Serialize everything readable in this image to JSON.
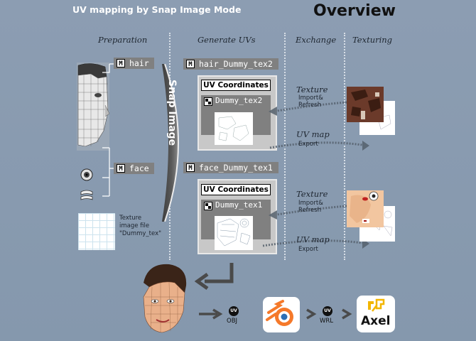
{
  "header": {
    "title": "UV mapping by Snap Image Mode",
    "overview": "Overview"
  },
  "columns": {
    "preparation": "Preparation",
    "generate": "Generate UVs",
    "exchange": "Exchange",
    "texturing": "Texturing"
  },
  "materials": {
    "hair": "hair",
    "face": "face",
    "badge": "M"
  },
  "snap_image": "Snap Image",
  "texture_file": {
    "line1": "Texture",
    "line2": "image file",
    "line3": "\"Dummy_tex\""
  },
  "hair_block": {
    "material": "hair_Dummy_tex2",
    "uv_title": "UV Coordinates",
    "texture": "Dummy_tex2"
  },
  "face_block": {
    "material": "face_Dummy_tex1",
    "uv_title": "UV Coordinates",
    "texture": "Dummy_tex1"
  },
  "exchange": {
    "texture_label": "Texture",
    "import_line1": "Import&",
    "import_line2": "Refresh",
    "uvmap_label": "UV map",
    "export_label": "Export"
  },
  "pipeline": {
    "uv_badge": "UV",
    "obj": "OBJ",
    "wrl": "WRL",
    "axel": "Axel"
  },
  "colors": {
    "background": "#8a9bb0",
    "chip": "#808080",
    "panel": "#c8c8c8",
    "blender_orange": "#f5792a",
    "blender_blue": "#2c6fb5",
    "axel_yellow": "#f2b600"
  }
}
